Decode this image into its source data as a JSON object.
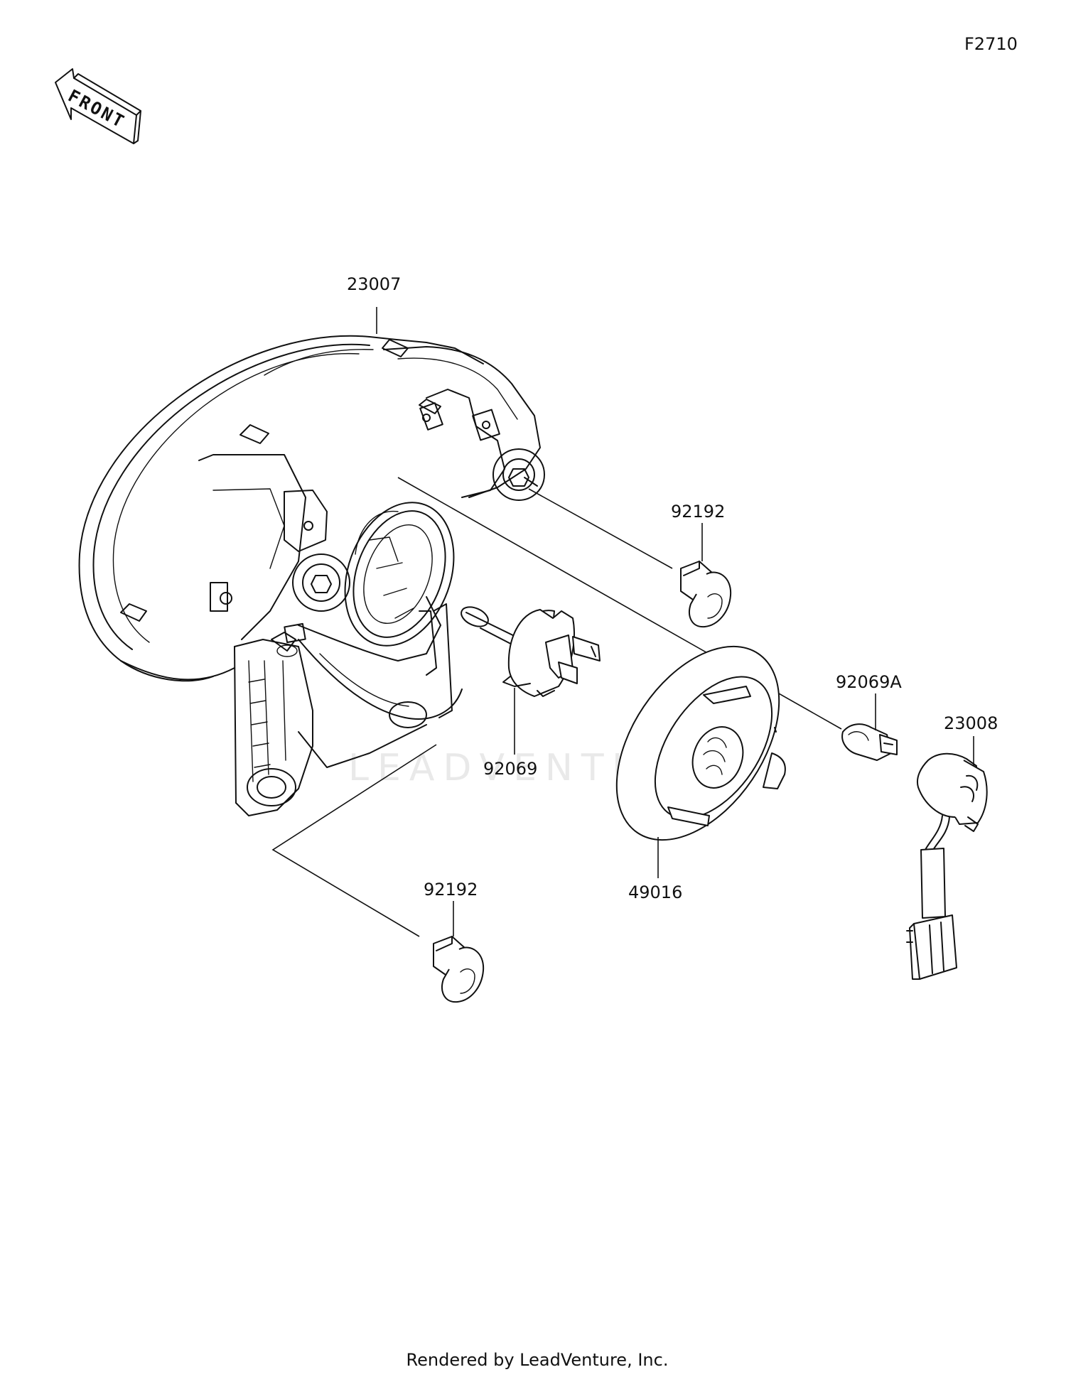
{
  "diagram_code": "F2710",
  "front_badge": "FRONT",
  "watermark": "LEADVENTURE",
  "footer": "Rendered by LeadVenture, Inc.",
  "parts": [
    {
      "id": "headlight-assembly",
      "number": "23007"
    },
    {
      "id": "socket-cover-upper",
      "number": "92192"
    },
    {
      "id": "position-bulb",
      "number": "92069A"
    },
    {
      "id": "bulb-socket-harness",
      "number": "23008"
    },
    {
      "id": "headlight-bulb",
      "number": "92069"
    },
    {
      "id": "bulb-dust-cover",
      "number": "49016"
    },
    {
      "id": "socket-cover-lower",
      "number": "92192"
    }
  ]
}
